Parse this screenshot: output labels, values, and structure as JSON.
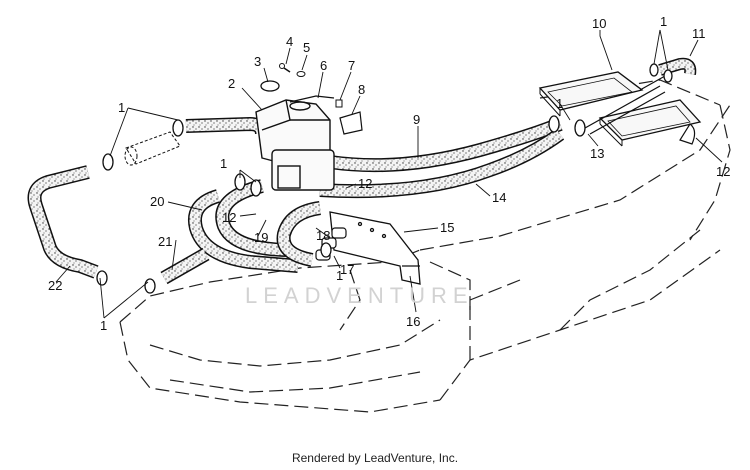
{
  "diagram": {
    "callouts": [
      {
        "id": "c1a",
        "text": "1"
      },
      {
        "id": "c1b",
        "text": "1"
      },
      {
        "id": "c1c",
        "text": "1"
      },
      {
        "id": "c1d",
        "text": "1"
      },
      {
        "id": "c1e",
        "text": "1"
      },
      {
        "id": "c1f",
        "text": "1"
      },
      {
        "id": "c2",
        "text": "2"
      },
      {
        "id": "c3",
        "text": "3"
      },
      {
        "id": "c4",
        "text": "4"
      },
      {
        "id": "c5",
        "text": "5"
      },
      {
        "id": "c6",
        "text": "6"
      },
      {
        "id": "c7",
        "text": "7"
      },
      {
        "id": "c8",
        "text": "8"
      },
      {
        "id": "c9",
        "text": "9"
      },
      {
        "id": "c10",
        "text": "10"
      },
      {
        "id": "c11",
        "text": "11"
      },
      {
        "id": "c12a",
        "text": "12"
      },
      {
        "id": "c12b",
        "text": "12"
      },
      {
        "id": "c12c",
        "text": "12"
      },
      {
        "id": "c13",
        "text": "13"
      },
      {
        "id": "c14",
        "text": "14"
      },
      {
        "id": "c15",
        "text": "15"
      },
      {
        "id": "c16",
        "text": "16"
      },
      {
        "id": "c17",
        "text": "17"
      },
      {
        "id": "c18",
        "text": "18"
      },
      {
        "id": "c19",
        "text": "19"
      },
      {
        "id": "c20",
        "text": "20"
      },
      {
        "id": "c21",
        "text": "21"
      },
      {
        "id": "c22",
        "text": "22"
      }
    ],
    "watermark": "LEADVENTURE",
    "footer": "Rendered by LeadVenture, Inc."
  },
  "colors": {
    "ink": "#111111",
    "hose_fill": "#dcdcdc",
    "watermark": "#d2d2d2",
    "background": "#ffffff"
  }
}
